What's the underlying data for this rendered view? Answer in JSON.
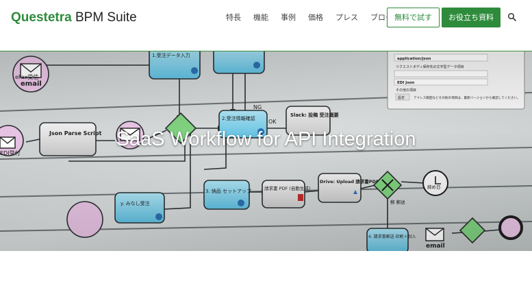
{
  "header": {
    "logo_brand": "Questetra",
    "logo_suite": "BPM Suite",
    "nav": [
      "特長",
      "機能",
      "事例",
      "価格",
      "プレス",
      "ブログ"
    ],
    "trial_button": "無料で試す",
    "resource_button": "お役立ち資料",
    "accent_color": "#2e8b3c",
    "search_icon": "search-icon"
  },
  "hero": {
    "title": "SaaS Workflow for API Integration",
    "diagram": {
      "nodes": {
        "fax": "eFax受信",
        "email_top": "email",
        "json_parse": "Json Parse Script",
        "edi": "EDI受付",
        "accept": "1.受注データ入力",
        "confirm": "2.受注情報確認",
        "slack": "Slack: 投稿 受注概要",
        "setup": "3. 納品 セットアップ",
        "invoice_pdf": "請求書 PDF (自動生成)",
        "drive": "Drive: Upload 請求書PDF",
        "deemed": "y. みなし受注",
        "send": "4. 請求書郵送 印刷＋封入",
        "timer": "締め日",
        "email_bottom": "email",
        "ng": "NG",
        "ok": "OK",
        "mail_send": "郵 郵送"
      },
      "panel": {
        "field1": "application/json",
        "label2": "リクエストボディ保存先の文字型データ項目",
        "field3": "EDI Json",
        "label4": "その他の項目",
        "button": "設定",
        "note": "アドレス範囲などその他の項目は、最新バージョンから確認してください。"
      }
    }
  }
}
